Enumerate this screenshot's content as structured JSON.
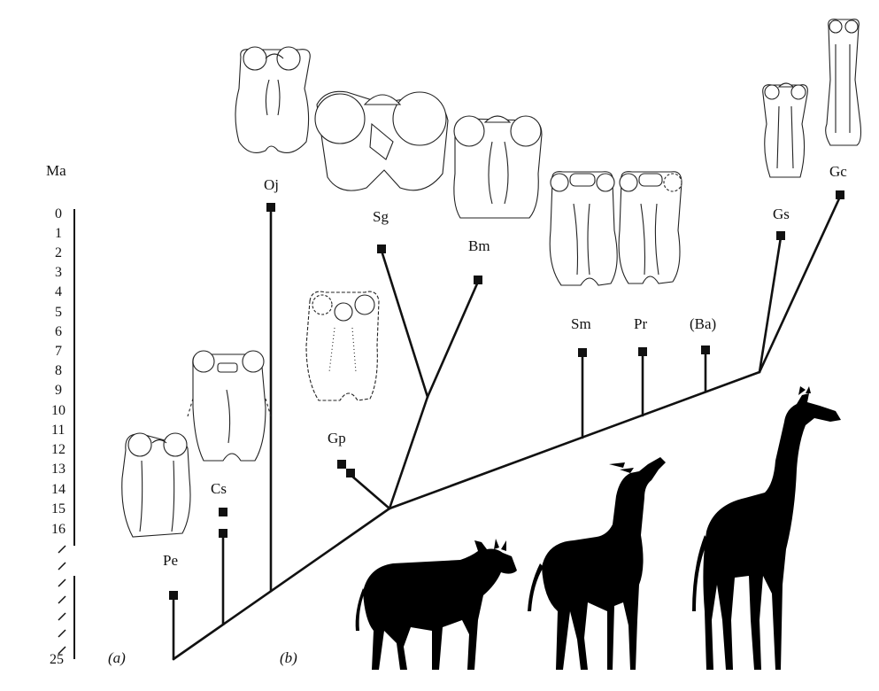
{
  "figure": {
    "axis": {
      "unit": "Ma",
      "ticks": [
        "0",
        "1",
        "2",
        "3",
        "4",
        "5",
        "6",
        "7",
        "8",
        "9",
        "10",
        "11",
        "12",
        "13",
        "14",
        "15",
        "16",
        "25"
      ]
    },
    "panels": [
      "(a)",
      "(b)"
    ],
    "taxa": [
      {
        "id": "pe",
        "label": "Pe"
      },
      {
        "id": "cs",
        "label": "Cs"
      },
      {
        "id": "oj",
        "label": "Oj"
      },
      {
        "id": "gp",
        "label": "Gp"
      },
      {
        "id": "sg",
        "label": "Sg"
      },
      {
        "id": "bm",
        "label": "Bm"
      },
      {
        "id": "sm",
        "label": "Sm"
      },
      {
        "id": "pr",
        "label": "Pr"
      },
      {
        "id": "ba",
        "label": "(Ba)"
      },
      {
        "id": "gs",
        "label": "Gs"
      },
      {
        "id": "gc",
        "label": "Gc"
      }
    ],
    "colors": {
      "ink": "#111111",
      "silhouette": "#000000",
      "background": "#ffffff"
    },
    "illustrations": [
      "skull-drawing-icon",
      "okapi-silhouette-icon",
      "sivathere-silhouette-icon",
      "giraffe-silhouette-icon"
    ]
  }
}
